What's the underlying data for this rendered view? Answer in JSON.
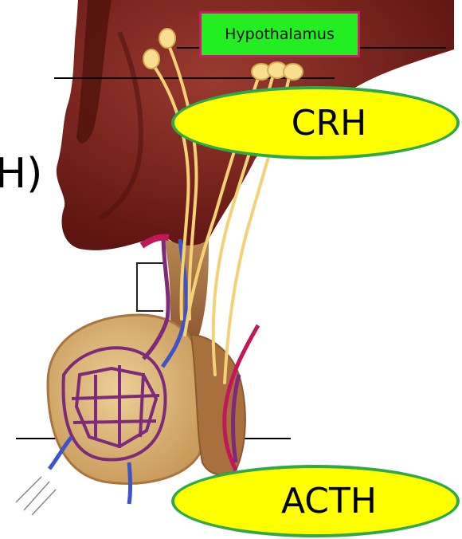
{
  "labels": {
    "region": "Hypothalamus",
    "hormone_top": "CRH",
    "hormone_bottom": "ACTH",
    "left_edge_fragment": "H)"
  },
  "colors": {
    "tissue_dark": "#6e1a16",
    "tissue_mid": "#8a2a22",
    "gland_tan": "#d9b57c",
    "nerve_yellow": "#f3d277",
    "vessel_red": "#c0185a",
    "vessel_blue": "#3d53c9",
    "label_green": "#22ee22",
    "label_border": "#d0186a",
    "oval_yellow": "#ffff00",
    "oval_border": "#2fa84a"
  }
}
